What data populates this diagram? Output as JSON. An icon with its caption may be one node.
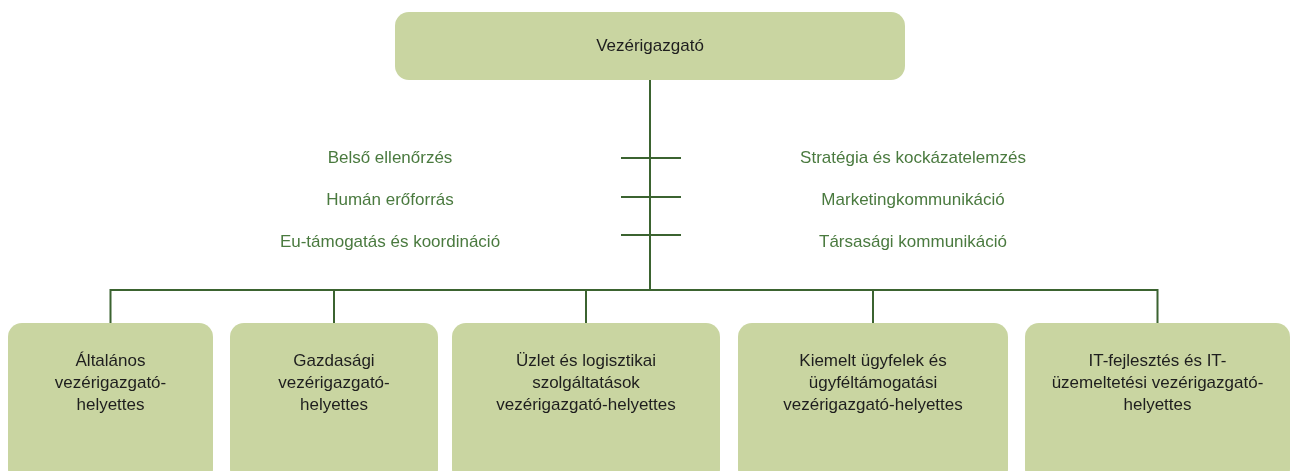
{
  "diagram": {
    "nodes": [
      {
        "text": [
          "Vezérigazgató"
        ]
      },
      {
        "text": [
          "Általános vezérigazgató-helyettes"
        ]
      },
      {
        "text": [
          "Gazdasági vezérigazgató-helyettes"
        ]
      },
      {
        "text": [
          "Üzlet és logisztikai szolgáltatások vezérigazgató-helyettes"
        ]
      },
      {
        "text": [
          "Kiemelt ügyfelek és ügyféltámogatási vezérigazgató-helyettes"
        ]
      },
      {
        "text": [
          "IT-fejlesztés és IT-üzemeltetési vezérigazgató-helyettes"
        ]
      }
    ],
    "edges": [
      {
        "from": 0,
        "to": 1,
        "arrow": "none"
      },
      {
        "from": 0,
        "to": 2,
        "arrow": "none"
      },
      {
        "from": 0,
        "to": 3,
        "arrow": "none"
      },
      {
        "from": 0,
        "to": 4,
        "arrow": "none"
      },
      {
        "from": 0,
        "to": 5,
        "arrow": "none"
      }
    ],
    "labels": [
      "Belső ellenőrzés",
      "Stratégia és kockázatelemzés",
      "Humán erőforrás",
      "Marketingkommunikáció",
      "Eu-támogatás és koordináció",
      "Társasági kommunikáció"
    ]
  }
}
